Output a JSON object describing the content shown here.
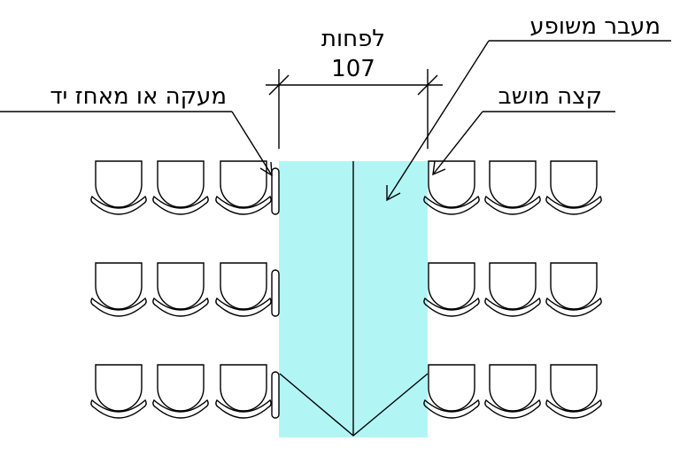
{
  "labels": {
    "dimension_word": "לפחות",
    "dimension_value": "107",
    "aisle": "מעבר משופע",
    "railing": "מעקה או מאחז יד",
    "seat_edge": "קצה מושב"
  },
  "colors": {
    "aisle_fill": "#b2f5f5",
    "line": "#000000"
  },
  "seating": {
    "rows": 3,
    "seats_left_of_aisle": 3,
    "seats_right_of_aisle": 3
  }
}
